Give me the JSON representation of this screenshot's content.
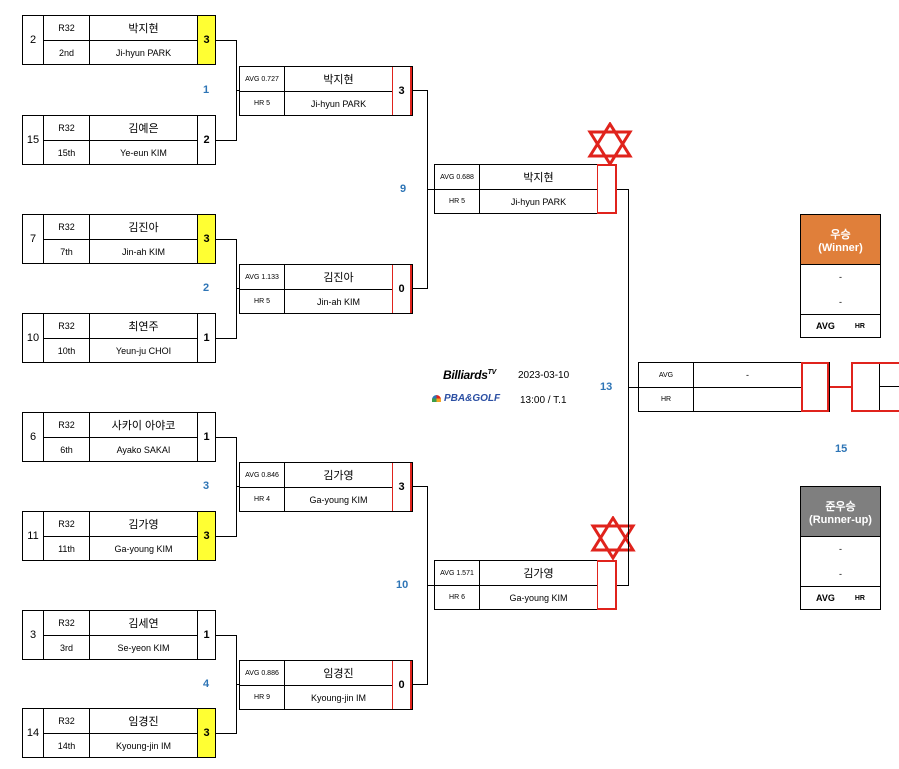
{
  "round1": [
    {
      "seed": "2",
      "round": "R32",
      "rank": "2nd",
      "kor": "박지현",
      "eng": "Ji-hyun PARK",
      "score": "3",
      "winner": true
    },
    {
      "seed": "15",
      "round": "R32",
      "rank": "15th",
      "kor": "김예은",
      "eng": "Ye-eun KIM",
      "score": "2",
      "winner": false
    },
    {
      "seed": "7",
      "round": "R32",
      "rank": "7th",
      "kor": "김진아",
      "eng": "Jin-ah KIM",
      "score": "3",
      "winner": true
    },
    {
      "seed": "10",
      "round": "R32",
      "rank": "10th",
      "kor": "최연주",
      "eng": "Yeun-ju CHOI",
      "score": "1",
      "winner": false
    },
    {
      "seed": "6",
      "round": "R32",
      "rank": "6th",
      "kor": "사카이 아야코",
      "eng": "Ayako SAKAI",
      "score": "1",
      "winner": false
    },
    {
      "seed": "11",
      "round": "R32",
      "rank": "11th",
      "kor": "김가영",
      "eng": "Ga-young KIM",
      "score": "3",
      "winner": true
    },
    {
      "seed": "3",
      "round": "R32",
      "rank": "3rd",
      "kor": "김세연",
      "eng": "Se-yeon KIM",
      "score": "1",
      "winner": false
    },
    {
      "seed": "14",
      "round": "R32",
      "rank": "14th",
      "kor": "임경진",
      "eng": "Kyoung-jin IM",
      "score": "3",
      "winner": true
    }
  ],
  "round1_match_numbers": [
    "1",
    "2",
    "3",
    "4"
  ],
  "round2": [
    {
      "avg": "AVG 0.727",
      "hr": "HR 5",
      "kor": "박지현",
      "eng": "Ji-hyun PARK",
      "score": "3"
    },
    {
      "avg": "AVG 1.133",
      "hr": "HR 5",
      "kor": "김진아",
      "eng": "Jin-ah KIM",
      "score": "0"
    },
    {
      "avg": "AVG 0.846",
      "hr": "HR 4",
      "kor": "김가영",
      "eng": "Ga-young KIM",
      "score": "3"
    },
    {
      "avg": "AVG 0.886",
      "hr": "HR 9",
      "kor": "임경진",
      "eng": "Kyoung-jin IM",
      "score": "0"
    }
  ],
  "round2_match_numbers": [
    "9",
    "10"
  ],
  "semis": [
    {
      "avg": "AVG 0.688",
      "hr": "HR 5",
      "kor": "박지현",
      "eng": "Ji-hyun PARK"
    },
    {
      "avg": "AVG 1.571",
      "hr": "HR 6",
      "kor": "김가영",
      "eng": "Ga-young KIM"
    }
  ],
  "final_match_number": "13",
  "final_row": {
    "avg": "AVG",
    "hr": "HR",
    "name": "-"
  },
  "third_match_number": "15",
  "winner_card": {
    "title_line1": "우승",
    "title_line2": "(Winner)",
    "line1": "-",
    "line2": "-",
    "avg": "AVG",
    "hr": "HR",
    "color": "#e07f3a"
  },
  "runnerup_card": {
    "title_line1": "준우승",
    "title_line2": "(Runner-up)",
    "line1": "-",
    "line2": "-",
    "avg": "AVG",
    "hr": "HR",
    "color": "#7f7f7f"
  },
  "event": {
    "broadcaster": "Billiards",
    "broadcaster_sup": "TV",
    "league": "PBA&GOLF",
    "date": "2023-03-10",
    "time": "13:00 / T.1"
  },
  "colors": {
    "winner_highlight": "#ffff33",
    "accent_red": "#e0231c",
    "match_number_blue": "#2e75b6"
  }
}
